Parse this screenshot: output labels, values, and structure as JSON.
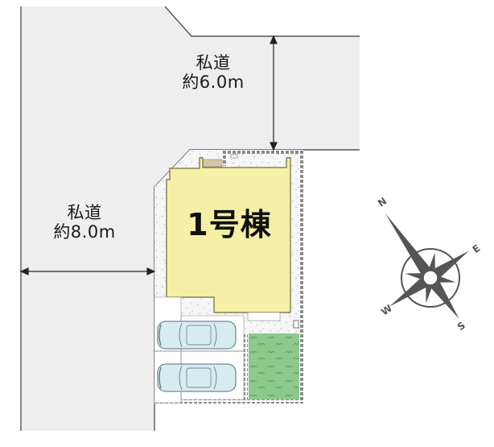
{
  "diagram": {
    "type": "site-plan",
    "roads": [
      {
        "id": "top-road",
        "name": "私道",
        "width_label": "約6.0m",
        "orientation": "horizontal"
      },
      {
        "id": "left-road",
        "name": "私道",
        "width_label": "約8.0m",
        "orientation": "vertical"
      }
    ],
    "building": {
      "label": "1号棟",
      "color": "#f5f0a5"
    },
    "parking": {
      "spaces": 2,
      "car_color": "#d6ecf0"
    },
    "garden": {
      "color": "#8cc98c"
    },
    "deck": {
      "color": "#d9b98a"
    },
    "compass": {
      "north": "N",
      "east": "E",
      "south": "S",
      "west": "W",
      "rotation_deg": -35
    },
    "colors": {
      "road": "#eeeeef",
      "road_edge": "#555555",
      "yard": "#f7f7f7",
      "wall": "#9a9a9a",
      "compass": "#555555"
    }
  }
}
